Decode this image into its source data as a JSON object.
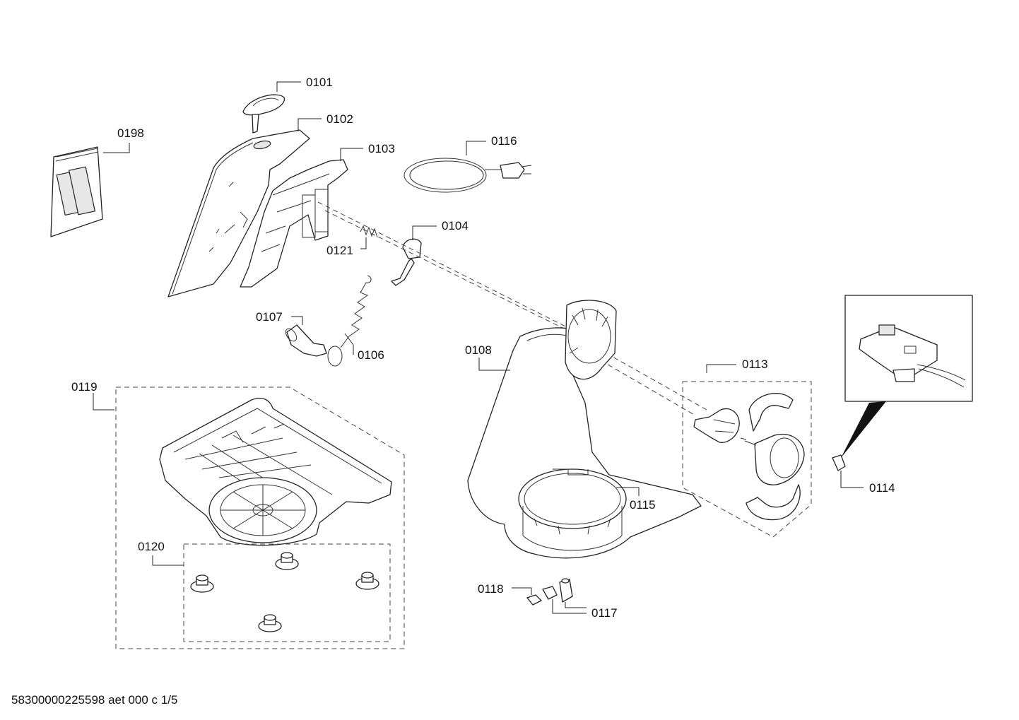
{
  "callouts": {
    "c0101": "0101",
    "c0102": "0102",
    "c0103": "0103",
    "c0104": "0104",
    "c0106": "0106",
    "c0107": "0107",
    "c0108": "0108",
    "c0113": "0113",
    "c0114": "0114",
    "c0115": "0115",
    "c0116": "0116",
    "c0117": "0117",
    "c0118": "0118",
    "c0119": "0119",
    "c0120": "0120",
    "c0121": "0121",
    "c0198": "0198"
  },
  "footer": "58300000225598 aet 000 c 1/5"
}
